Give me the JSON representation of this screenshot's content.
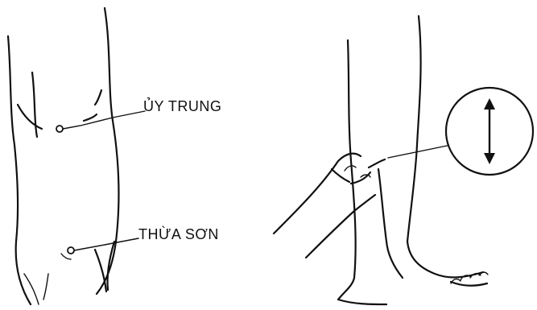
{
  "labels": {
    "point_upper": "ỦY TRUNG",
    "point_lower": "THỪA SƠN"
  },
  "colors": {
    "ink": "#111111",
    "background": "#ffffff"
  },
  "icons": {
    "magnifier": "inset-circle-with-vertical-double-arrow"
  }
}
